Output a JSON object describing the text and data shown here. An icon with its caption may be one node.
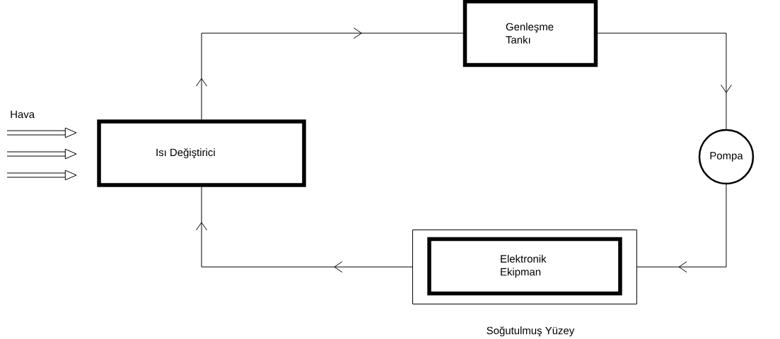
{
  "diagram": {
    "nodes": [
      {
        "text": [
          "Isı Değiştirici"
        ]
      },
      {
        "text": [
          "Genleşme Tankı"
        ]
      },
      {
        "text": [
          "Pompa"
        ]
      },
      {
        "text": [
          "Soğutulmuş Yüzey"
        ]
      },
      {
        "text": [
          "Elektronik Ekipman"
        ],
        "in": 3
      }
    ],
    "edges": [
      {
        "from": 0,
        "to": 1,
        "arrow": "to"
      },
      {
        "from": 1,
        "to": 2,
        "arrow": "to"
      },
      {
        "from": 2,
        "to": 3,
        "arrow": "to"
      },
      {
        "from": 3,
        "to": 0,
        "arrow": "to"
      },
      {
        "from": null,
        "to": 0,
        "arrow": "to",
        "style": "thick"
      },
      {
        "from": null,
        "to": 0,
        "arrow": "to",
        "style": "thick"
      },
      {
        "from": null,
        "to": 0,
        "arrow": "to",
        "style": "thick"
      }
    ],
    "labels": [
      "Hava"
    ]
  }
}
